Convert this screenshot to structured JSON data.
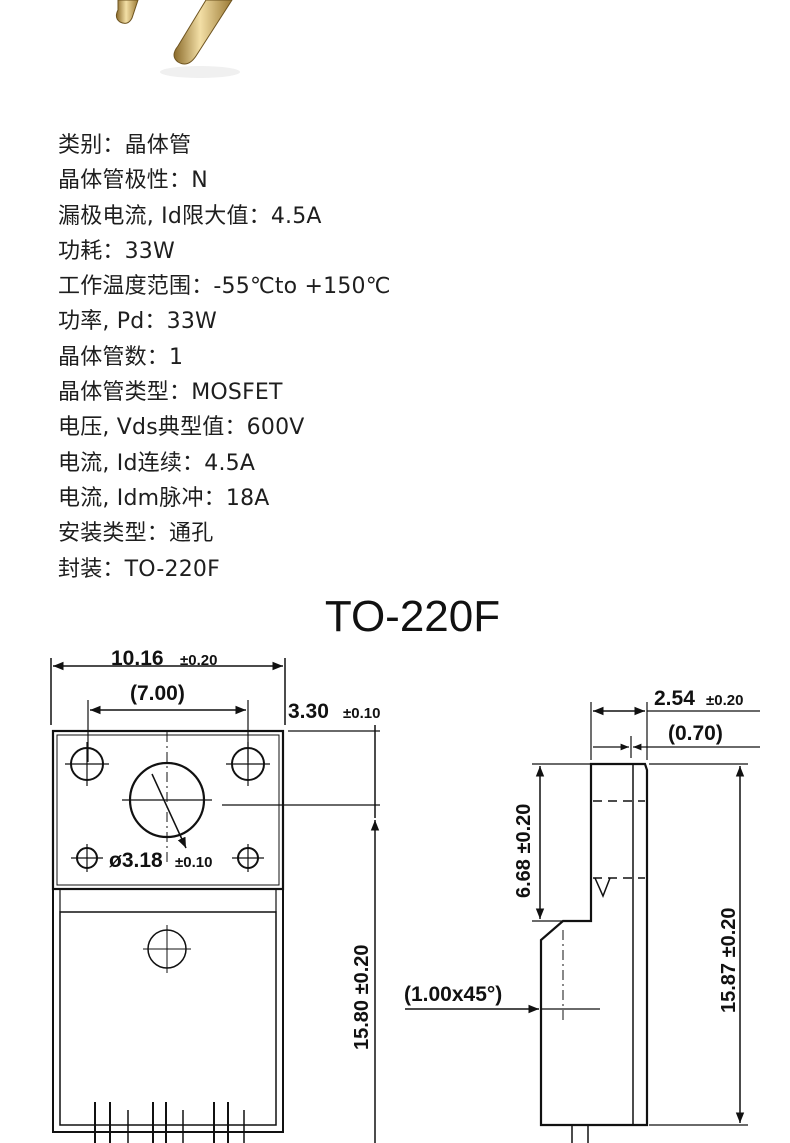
{
  "specs": [
    {
      "label": "类别：",
      "value": "晶体管"
    },
    {
      "label": "晶体管极性：",
      "value": "N"
    },
    {
      "label": "漏极电流, Id限大值：",
      "value": "4.5A"
    },
    {
      "label": "功耗：",
      "value": "33W"
    },
    {
      "label": "工作温度范围：",
      "value": "-55℃to +150℃"
    },
    {
      "label": "功率, Pd：",
      "value": "33W"
    },
    {
      "label": "晶体管数：",
      "value": "1"
    },
    {
      "label": "晶体管类型：",
      "value": "MOSFET"
    },
    {
      "label": "电压, Vds典型值：",
      "value": "600V"
    },
    {
      "label": "电流, Id连续：",
      "value": "4.5A"
    },
    {
      "label": "电流, Idm脉冲：",
      "value": "18A"
    },
    {
      "label": "安装类型：",
      "value": "通孔"
    },
    {
      "label": "封装：",
      "value": "TO-220F"
    }
  ],
  "drawing": {
    "title": "TO-220F",
    "front": {
      "width_main": "10.16",
      "width_tol": "±0.20",
      "hole_spacing": "(7.00)",
      "hole_offset_main": "3.30",
      "hole_offset_tol": "±0.10",
      "hole_dia_main": "ø3.18",
      "hole_dia_tol": "±0.10",
      "body_height": "15.80 ±0.20"
    },
    "side": {
      "thickness_main": "2.54",
      "thickness_tol": "±0.20",
      "tab_thickness": "(0.70)",
      "tab_height": "6.68 ±0.20",
      "total_height": "15.87 ±0.20",
      "chamfer": "(1.00x45°)"
    }
  }
}
